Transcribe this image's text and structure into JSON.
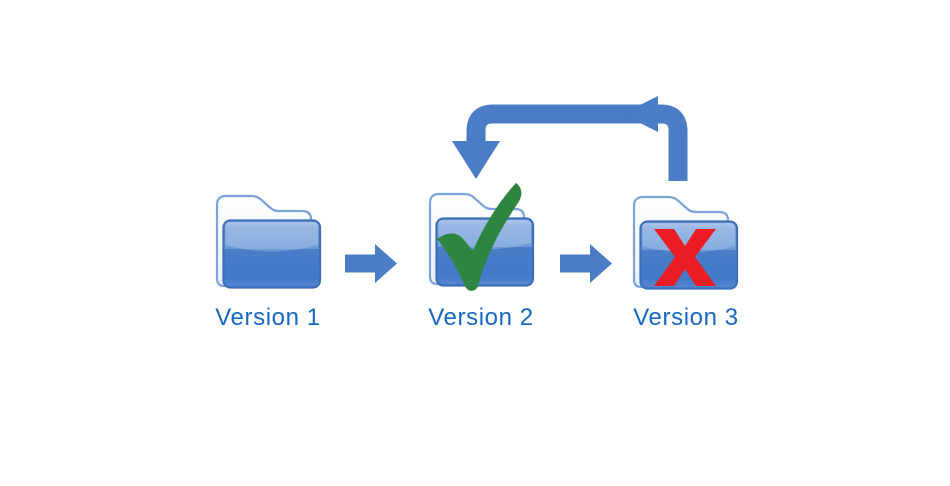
{
  "diagram": {
    "type": "flow-diagram",
    "nodes": [
      {
        "id": "version-1",
        "label": "Version 1",
        "icon": "folder-icon",
        "status_icon": null
      },
      {
        "id": "version-2",
        "label": "Version 2",
        "icon": "folder-icon",
        "status_icon": "checkmark-icon"
      },
      {
        "id": "version-3",
        "label": "Version 3",
        "icon": "folder-icon",
        "status_icon": "x-mark-icon"
      }
    ],
    "edges": [
      {
        "from": "version-1",
        "to": "version-2",
        "icon": "right-arrow-icon"
      },
      {
        "from": "version-2",
        "to": "version-3",
        "icon": "right-arrow-icon"
      },
      {
        "from": "version-3",
        "to": "version-2",
        "icon": "loop-back-arrow-icon"
      }
    ]
  },
  "colors": {
    "background": "#FFFFFF",
    "arrow_blue": "#4A7DC5",
    "folder_front_blue": "#4B7DC7",
    "folder_outline_blue": "#3D6FB8",
    "folder_back_outline_blue": "#7CA3DC",
    "label_blue": "#1767C5",
    "check_green": "#2E8540",
    "x_red": "#EC1C24"
  }
}
